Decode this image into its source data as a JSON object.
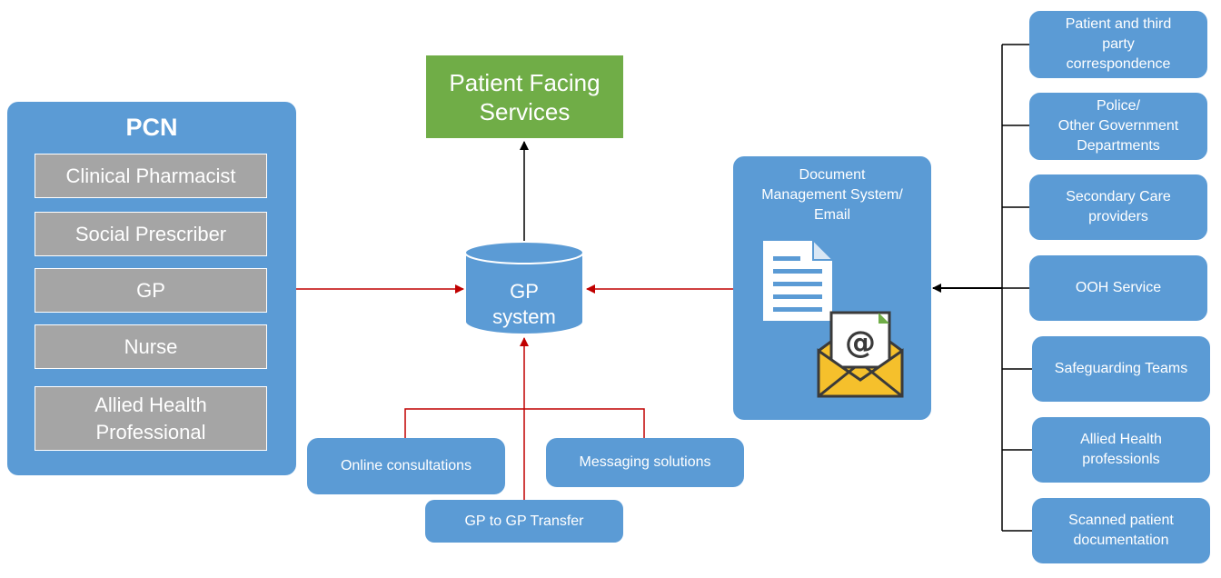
{
  "pcn": {
    "title": "PCN",
    "roles": [
      "Clinical Pharmacist",
      "Social Prescriber",
      "GP",
      "Nurse",
      "Allied Health\nProfessional"
    ]
  },
  "patient_facing": {
    "label": "Patient Facing\nServices"
  },
  "gp_system": {
    "label": "GP\nsystem"
  },
  "inputs": {
    "online_consultations": "Online consultations",
    "messaging_solutions": "Messaging solutions",
    "gp_to_gp": "GP to GP Transfer"
  },
  "dms": {
    "label": "Document\nManagement System/\nEmail",
    "doc_icon": "document-icon",
    "email_icon": "email-envelope-icon"
  },
  "sources": [
    "Patient and third\nparty\ncorrespondence",
    "Police/\nOther Government\nDepartments",
    "Secondary Care\nproviders",
    "OOH Service",
    "Safeguarding Teams",
    "Allied Health\nprofessionls",
    "Scanned patient\ndocumentation"
  ],
  "colors": {
    "blue": "#5b9bd5",
    "grey": "#a5a5a5",
    "green": "#70ad47",
    "red_arrow": "#c00000",
    "black_arrow": "#000000"
  }
}
